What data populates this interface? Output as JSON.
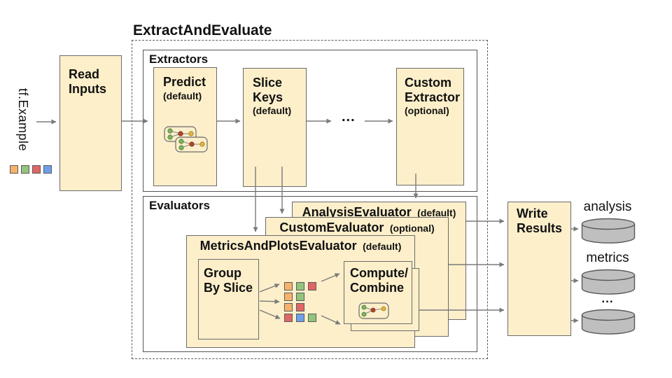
{
  "title": "ExtractAndEvaluate",
  "colors": {
    "box_fill": "#fcefca",
    "box_border": "#6b6b6b",
    "arrow": "#7a7a7a",
    "cylinder_fill": "#bfbfbf",
    "square_orange": "#f6b26b",
    "square_green": "#93c47d",
    "square_red": "#e06666",
    "square_blue": "#6d9eeb"
  },
  "input": {
    "label": "tf.Example",
    "legend_squares": [
      "orange",
      "green",
      "red",
      "blue"
    ]
  },
  "read_inputs": {
    "label": "Read Inputs"
  },
  "extractors": {
    "label": "Extractors",
    "predict": {
      "title": "Predict",
      "qualifier": "(default)"
    },
    "slice_keys": {
      "title": "Slice Keys",
      "qualifier": "(default)"
    },
    "ellipsis": "...",
    "custom": {
      "title": "Custom Extractor",
      "qualifier": "(optional)"
    }
  },
  "evaluators": {
    "label": "Evaluators",
    "analysis_evaluator": {
      "title": "AnalysisEvaluator",
      "qualifier": "(default)"
    },
    "custom_evaluator": {
      "title": "CustomEvaluator",
      "qualifier": "(optional)"
    },
    "metrics_evaluator": {
      "title": "MetricsAndPlotsEvaluator",
      "qualifier": "(default)"
    },
    "group_by_slice": {
      "label": "Group By Slice"
    },
    "compute_combine": {
      "line1": "Compute/",
      "line2": "Combine"
    },
    "slice_grid": {
      "rows": [
        [
          "orange",
          "green",
          "red"
        ],
        [
          "orange",
          "green"
        ],
        [
          "orange",
          "red"
        ],
        [
          "red",
          "blue",
          "green"
        ]
      ]
    }
  },
  "write_results": {
    "label": "Write Results"
  },
  "outputs": {
    "analysis_label": "analysis",
    "metrics_label": "metrics",
    "ellipsis": "..."
  }
}
